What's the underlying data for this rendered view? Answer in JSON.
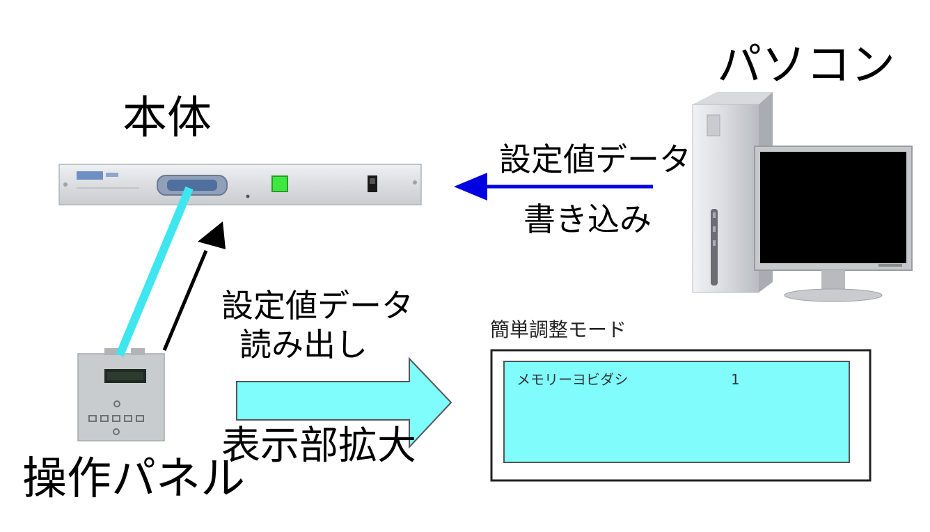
{
  "labels": {
    "pc": "パソコン",
    "unit": "本体",
    "panel": "操作パネル",
    "write_line1": "設定値データ",
    "write_line2": "書き込み",
    "read_line1": "設定値データ",
    "read_line2": "読み出し",
    "enlarge": "表示部拡大"
  },
  "display": {
    "title": "簡単調整モード",
    "line1_text": "メモリーヨビダシ",
    "line1_value": "1"
  },
  "colors": {
    "write_arrow": "#0000e0",
    "read_arrow": "#000000",
    "cable": "#3ee6f0",
    "enlarge_arrow": "#7ffcfc",
    "lcd_background": "#80fcfc",
    "unit_led": "#3ee83e"
  },
  "icons": {
    "pc": "desktop-computer-icon",
    "unit": "rack-unit-icon",
    "panel": "control-panel-icon"
  }
}
